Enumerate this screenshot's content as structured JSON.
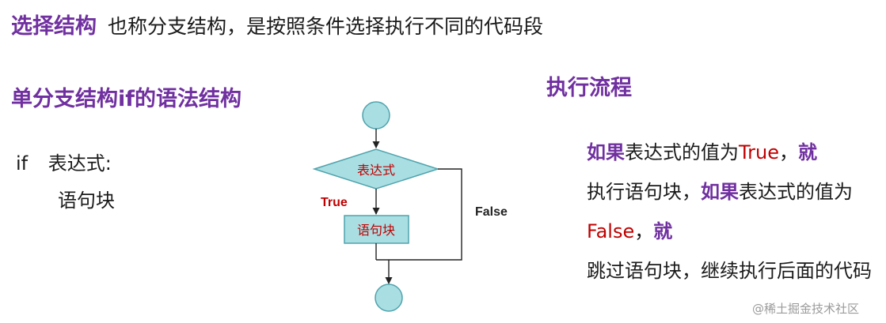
{
  "header": {
    "title": "选择结构",
    "subtitle": "也称分支结构，是按照条件选择执行不同的代码段"
  },
  "left": {
    "heading": "单分支结构if的语法结构",
    "syntax_if": "if",
    "syntax_expr": "表达式:",
    "syntax_block": "语句块"
  },
  "flowchart": {
    "condition": "表达式",
    "block": "语句块",
    "true_label": "True",
    "false_label": "False"
  },
  "right": {
    "heading": "执行流程",
    "desc": [
      {
        "text": "如果",
        "style": "purple"
      },
      {
        "text": "表达式的值为",
        "style": "plain"
      },
      {
        "text": "True",
        "style": "red"
      },
      {
        "text": "，",
        "style": "plain"
      },
      {
        "text": "就",
        "style": "purple"
      },
      {
        "text": "执行语句块，",
        "style": "plain"
      },
      {
        "text": "如果",
        "style": "purple"
      },
      {
        "text": "表达式的值为",
        "style": "plain"
      },
      {
        "text": "False",
        "style": "red"
      },
      {
        "text": "，",
        "style": "plain"
      },
      {
        "text": "就",
        "style": "purple"
      },
      {
        "text": "跳过语句块，继续执行后面的代码",
        "style": "plain"
      }
    ]
  },
  "watermark": "@稀土掘金技术社区",
  "colors": {
    "accent_purple": "#7030a0",
    "accent_red": "#c00000",
    "shape_fill": "#a9dee2",
    "shape_stroke": "#4fa3ad"
  }
}
